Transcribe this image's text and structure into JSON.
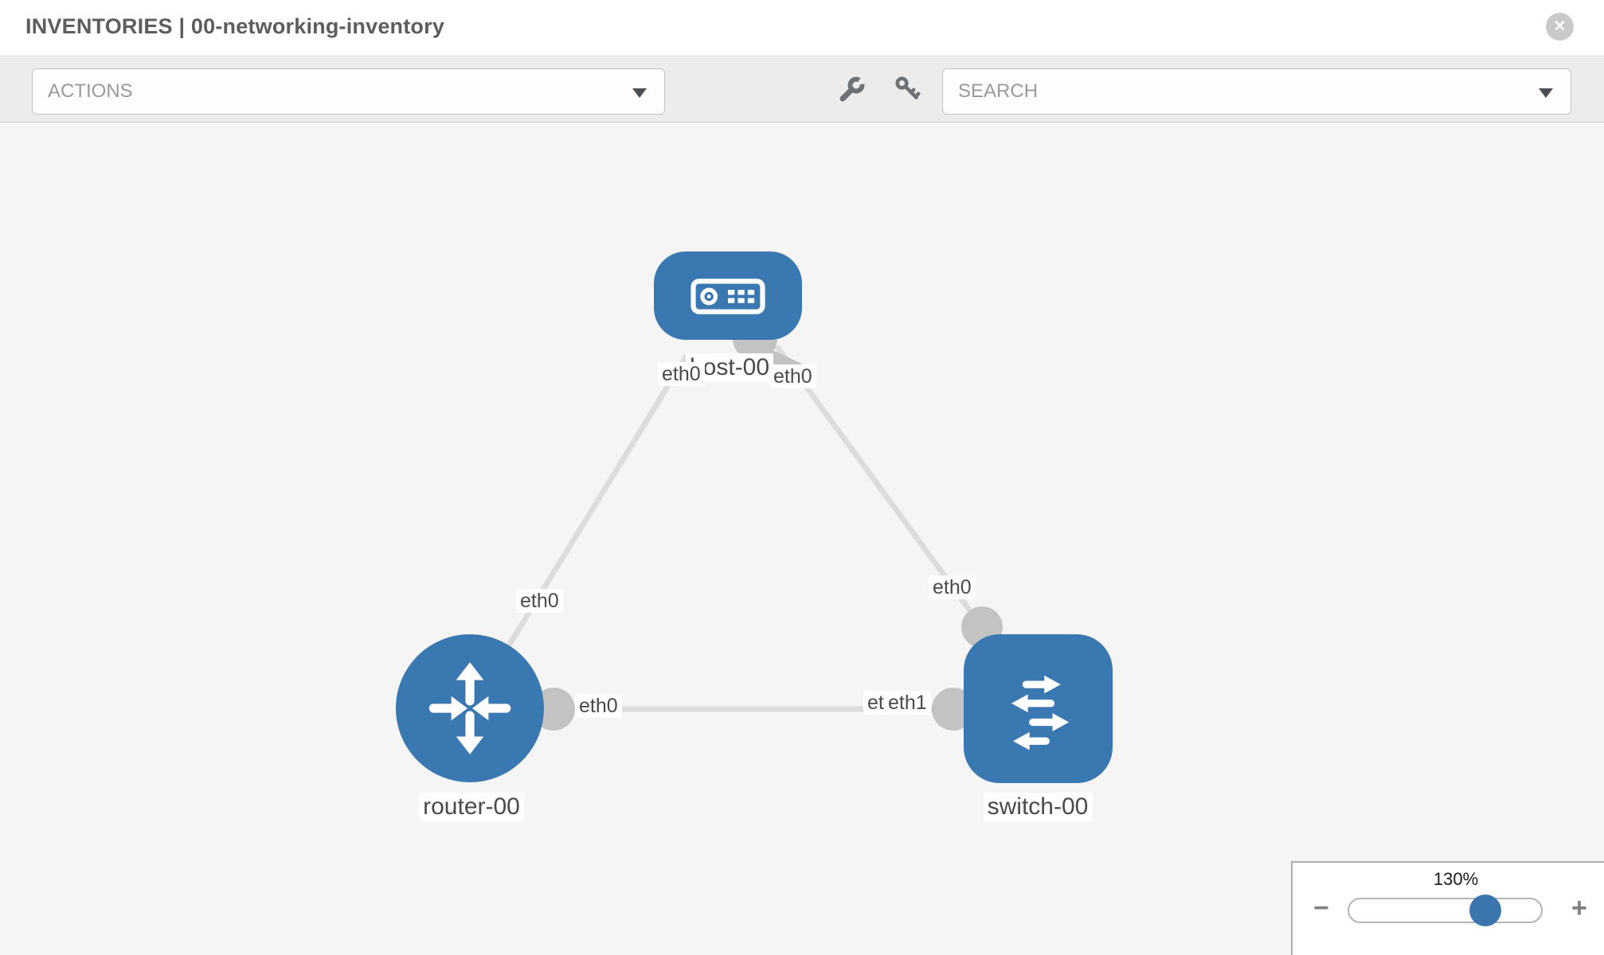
{
  "header": {
    "title": "INVENTORIES | 00-networking-inventory",
    "close_glyph": "✕"
  },
  "toolbar": {
    "actions_dropdown": {
      "label": "ACTIONS"
    },
    "search_dropdown": {
      "label": "SEARCH"
    },
    "icons": [
      {
        "name": "wrench-icon"
      },
      {
        "name": "key-icon"
      }
    ]
  },
  "colors": {
    "node_blue": "#3a78b2",
    "link_gray": "#dcdcdc",
    "connector_gray": "#c3c3c3",
    "canvas_bg": "#f5f5f5",
    "toolbar_bg": "#ececec",
    "slider_thumb_blue": "#3a76ad"
  },
  "diagram": {
    "nodes": [
      {
        "id": "host-00",
        "type": "host",
        "label": "host-00"
      },
      {
        "id": "router-00",
        "type": "router",
        "label": "router-00"
      },
      {
        "id": "switch-00",
        "type": "switch",
        "label": "switch-00"
      }
    ],
    "links": [
      {
        "from": "host-00",
        "to": "router-00",
        "from_interface": "eth0",
        "to_interface": "eth0"
      },
      {
        "from": "host-00",
        "to": "switch-00",
        "from_interface": "eth0",
        "to_interface": "eth0"
      },
      {
        "from": "router-00",
        "to": "switch-00",
        "from_interface": "eth0",
        "to_interface": "eth1",
        "ghost_label": "eth1"
      }
    ]
  },
  "zoom_panel": {
    "level": "130%",
    "minus_glyph": "−",
    "plus_glyph": "+"
  }
}
